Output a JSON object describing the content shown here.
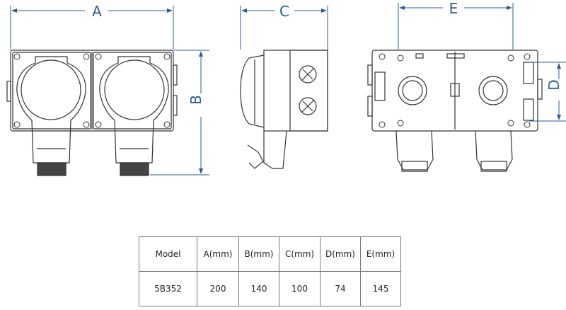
{
  "dimension_labels": {
    "a": "A",
    "b": "B",
    "c": "C",
    "d": "D",
    "e": "E"
  },
  "colors": {
    "dimension": "#2b5a9a",
    "outline": "#333333"
  },
  "table": {
    "headers": [
      "Model",
      "A(mm)",
      "B(mm)",
      "C(mm)",
      "D(mm)",
      "E(mm)"
    ],
    "rows": [
      [
        "5B352",
        "200",
        "140",
        "100",
        "74",
        "145"
      ]
    ]
  }
}
